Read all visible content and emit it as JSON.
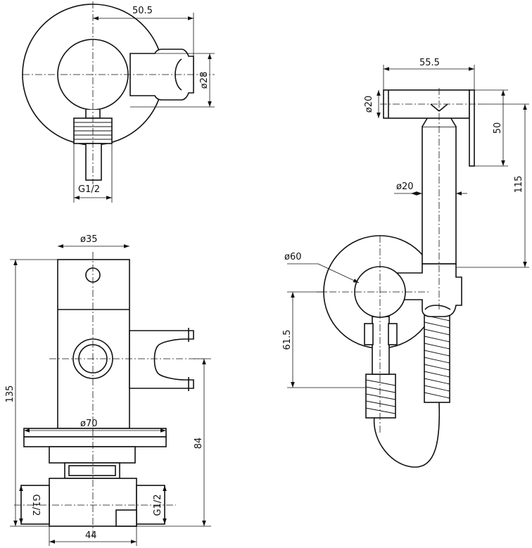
{
  "dimensions": {
    "top_width": "50.5",
    "top_diameter": "ø28",
    "top_thread": "G1/2",
    "front_diameter": "ø35",
    "front_height": "135",
    "front_flange": "ø70",
    "front_lower": "84",
    "front_base_width": "44",
    "front_thread_left": "G1/2",
    "front_thread_right": "G1/2",
    "side_width": "55.5",
    "side_head": "ø20",
    "side_head_len": "50",
    "side_height": "115",
    "side_handle": "ø20",
    "side_plate": "ø60",
    "side_offset": "61.5"
  }
}
